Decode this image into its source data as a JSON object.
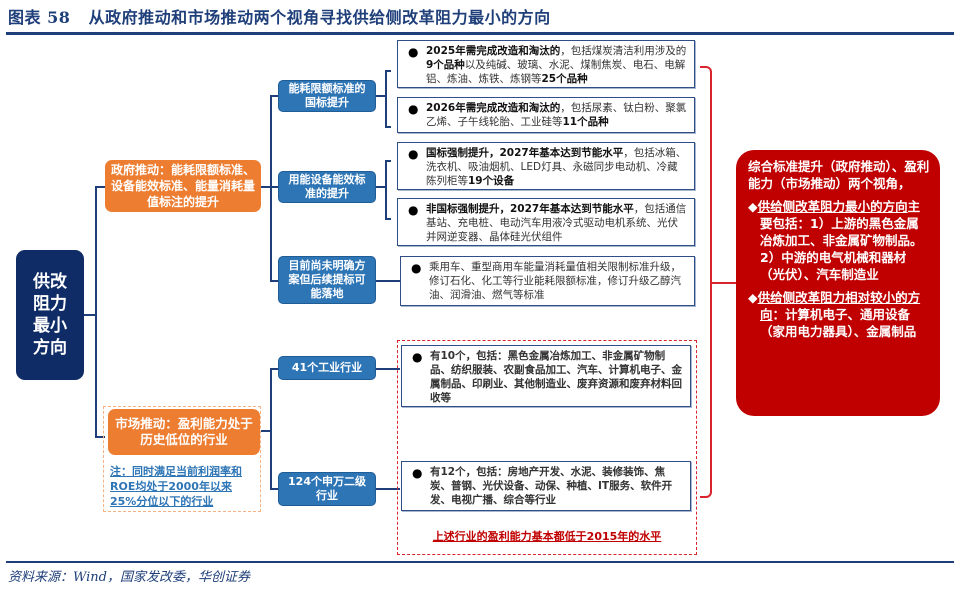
{
  "figure": {
    "label": "图表 58",
    "title": "从政府推动和市场推动两个视角寻找供给侧改革阻力最小的方向"
  },
  "root": {
    "label": "供改阻力最小方向"
  },
  "government": {
    "label": "政府推动：能耗限额标准、设备能效标准、能量消耗量值标注的提升",
    "branches": [
      {
        "label": "能耗限额标准的国标提升",
        "details": [
          {
            "lead": "2025年需完成改造和淘汰的",
            "body": "，包括煤炭清洁利用涉及的",
            "bold2": "9个品种",
            "body2": "以及纯碱、玻璃、水泥、煤制焦炭、电石、电解铝、炼油、炼铁、炼钢等",
            "tail": "25个品种"
          },
          {
            "lead": "2026年需完成改造和淘汰的",
            "body": "，包括尿素、钛白粉、聚氯乙烯、子午线轮胎、工业硅等",
            "tail": "11个品种"
          }
        ]
      },
      {
        "label": "用能设备能效标准的提升",
        "details": [
          {
            "lead": "国标强制提升，2027年基本达到节能水平",
            "body": "，包括冰箱、洗衣机、吸油烟机、LED灯具、永磁同步电动机、冷藏陈列柜等",
            "tail": "19个设备"
          },
          {
            "lead": "非国标强制提升，2027年基本达到节能水平",
            "body": "，包括通信基站、充电桩、电动汽车用液冷式驱动电机系统、光伏并网逆变器、晶体硅光伏组件"
          }
        ]
      },
      {
        "label": "目前尚未明确方案但后续提标可能落地",
        "details": [
          {
            "body": "乘用车、重型商用车能量消耗量值相关限制标准升级，修订石化、化工等行业能耗限额标准，修订升级乙醇汽油、润滑油、燃气等标准"
          }
        ]
      }
    ]
  },
  "market": {
    "label": "市场推动：盈利能力处于历史低位的行业",
    "note": "注：同时满足当前利润率和ROE均处于2000年以来25%分位以下的行业",
    "branches": [
      {
        "label": "41个工业行业",
        "detail": "有10个，包括：黑色金属冶炼加工、非金属矿物制品、纺织服装、农副食品加工、汽车、计算机电子、金属制品、印刷业、其他制造业、废弃资源和废弃材料回收等"
      },
      {
        "label": "124个申万二级行业",
        "detail": "有12个，包括：房地产开发、水泥、装修装饰、焦炭、普钢、光伏设备、动保、种植、IT服务、软件开发、电视广播、综合等行业"
      }
    ],
    "caption": "上述行业的盈利能力基本都低于2015年的水平"
  },
  "summary": {
    "intro": "综合标准提升（政府推动）、盈利能力（市场推动）两个视角，",
    "bullets": [
      {
        "marker": "◆",
        "underlined": "供给侧改革阻力最小的方向",
        "rest": "主要包括：1）上游的黑色金属冶炼加工、非金属矿物制品。2）中游的电气机械和器材（光伏）、汽车制造业"
      },
      {
        "marker": "◆",
        "underlined": "供给侧改革阻力相对较小的方向",
        "rest": "：计算机电子、通用设备（家用电力器具）、金属制品"
      }
    ]
  },
  "source": "资料来源：Wind，国家发改委，华创证券",
  "colors": {
    "navy": "#0f2c66",
    "title_blue": "#1f3f7a",
    "orange": "#ed7d31",
    "node_blue": "#2e75b6",
    "red": "#c00000",
    "note_border": "#f4b183"
  }
}
